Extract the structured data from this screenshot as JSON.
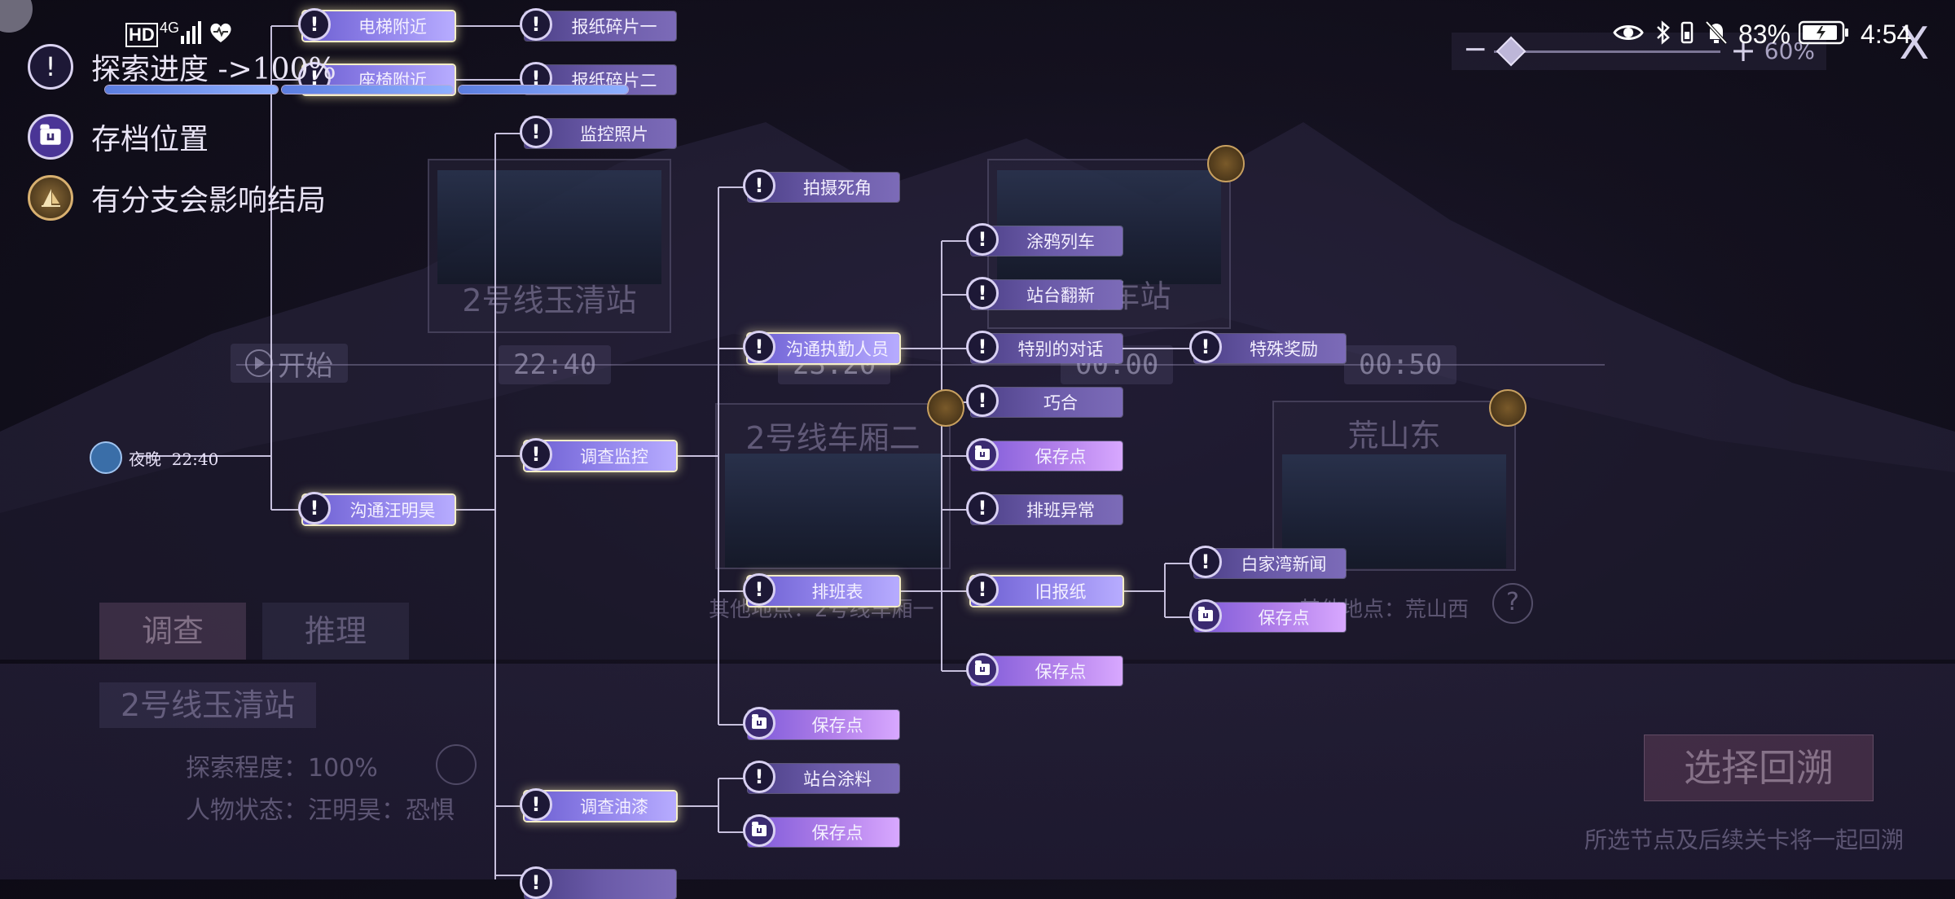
{
  "status_bar": {
    "hd": "HD",
    "network": "4G",
    "battery_percent": "83%",
    "time": "4:54"
  },
  "legend": {
    "progress": "探索进度 ->100%",
    "save": "存档位置",
    "branch": "有分支会影响结局"
  },
  "zoom": {
    "minus": "−",
    "plus": "+",
    "level": "60%"
  },
  "close_label": "X",
  "background": {
    "start": "开始",
    "times": [
      "22:40",
      "23:20",
      "00:00",
      "00:50"
    ],
    "stations": [
      "2号线玉清站",
      "2号线车厢二",
      "废弃车站",
      "荒山东"
    ],
    "other_1": "其他地点：2号线车厢一",
    "other_2": "其他地点：荒山西",
    "tabs": [
      "调查",
      "推理"
    ],
    "current_station": "2号线玉清站",
    "explore_degree": "探索程度：100%",
    "character_state": "人物状态：汪明昊：恐惧",
    "select_button": "选择回溯",
    "select_hint": "所选节点及后续关卡将一起回溯"
  },
  "tree": {
    "root": "夜晚  22:40",
    "nodes": {
      "elevator": "电梯附近",
      "seat": "座椅附近",
      "talk_wang": "沟通汪明昊",
      "news1": "报纸碎片一",
      "news2": "报纸碎片二",
      "cctv_photo": "监控照片",
      "investigate_cctv": "调查监控",
      "investigate_paint": "调查油漆",
      "blind_spot": "拍摄死角",
      "talk_staff": "沟通执勤人员",
      "schedule": "排班表",
      "save_a": "保存点",
      "station_paint": "站台涂料",
      "save_b": "保存点",
      "graffiti": "涂鸦列车",
      "station_renew": "站台翻新",
      "special_talk": "特别的对话",
      "coincidence": "巧合",
      "save_c": "保存点",
      "schedule_abn": "排班异常",
      "old_news": "旧报纸",
      "save_d": "保存点",
      "special_reward": "特殊奖励",
      "baijiawan": "白家湾新闻",
      "save_e": "保存点"
    }
  }
}
